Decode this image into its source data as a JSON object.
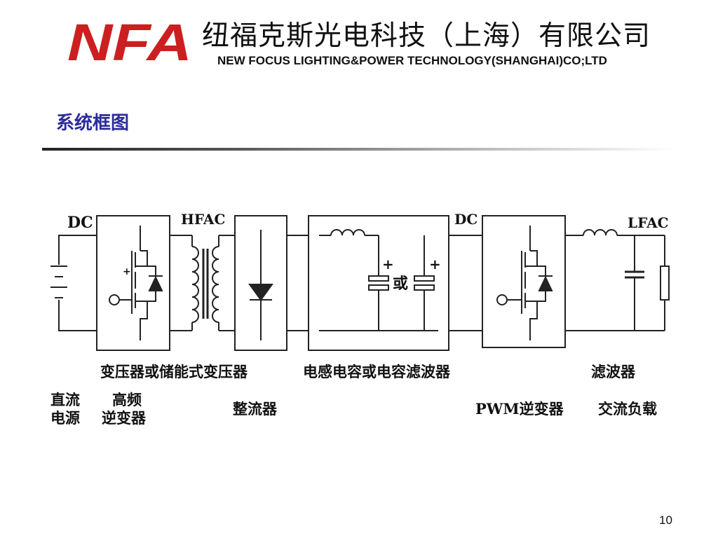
{
  "header": {
    "logo_text": "NFA",
    "company_cn": "纽福克斯光电科技（上海）有限公司",
    "company_en": "NEW FOCUS LIGHTING&POWER TECHNOLOGY(SHANGHAI)CO;LTD"
  },
  "section_title": "系统框图",
  "diagram": {
    "node_labels": {
      "dc_in": "DC",
      "hfac": "HFAC",
      "dc_mid": "DC",
      "lfac": "LFAC",
      "plus_1": "+",
      "plus_2": "+",
      "plus_3": "+",
      "or_cap": "或"
    },
    "block_captions": {
      "transformer": "变压器或储能式变压器",
      "lc_filter": "电感电容或电容滤波器",
      "output_filter": "滤波器"
    },
    "stage_labels": {
      "dc_source_line1": "直流",
      "dc_source_line2": "电源",
      "hf_inverter_line1": "高频",
      "hf_inverter_line2": "逆变器",
      "rectifier": "整流器",
      "pwm_inverter": "PWM逆变器",
      "ac_load": "交流负载"
    }
  },
  "page_number": "10",
  "colors": {
    "logo_red": "#cc1f1f",
    "title_blue": "#2b2b9a",
    "line": "#222222"
  }
}
